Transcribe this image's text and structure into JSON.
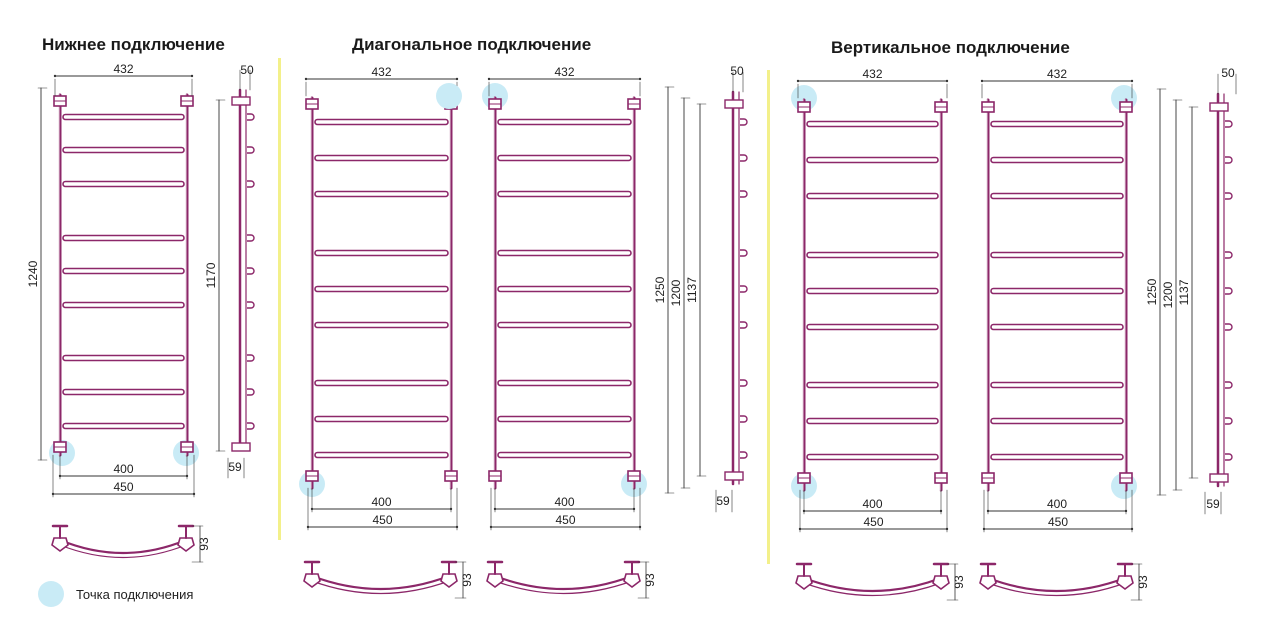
{
  "titles": {
    "bottom": "Нижнее подключение",
    "diagonal": "Диагональное подключение",
    "vertical": "Вертикальное подключение"
  },
  "legend": {
    "label": "Точка подключения"
  },
  "dims": {
    "front_width": "432",
    "center_distance": "400",
    "overall_width": "450",
    "depth_top": "50",
    "depth_bottom": "59",
    "side_depth": "93",
    "bottom_height": "1240",
    "bottom_pipe_height": "1170",
    "side_height": "1250",
    "side_height_mid": "1200",
    "side_height_inner": "1137"
  },
  "colors": {
    "rail": "#8c2769",
    "dim": "#333333",
    "connection": "#c9ebf6",
    "separator": "#f3f08a"
  }
}
